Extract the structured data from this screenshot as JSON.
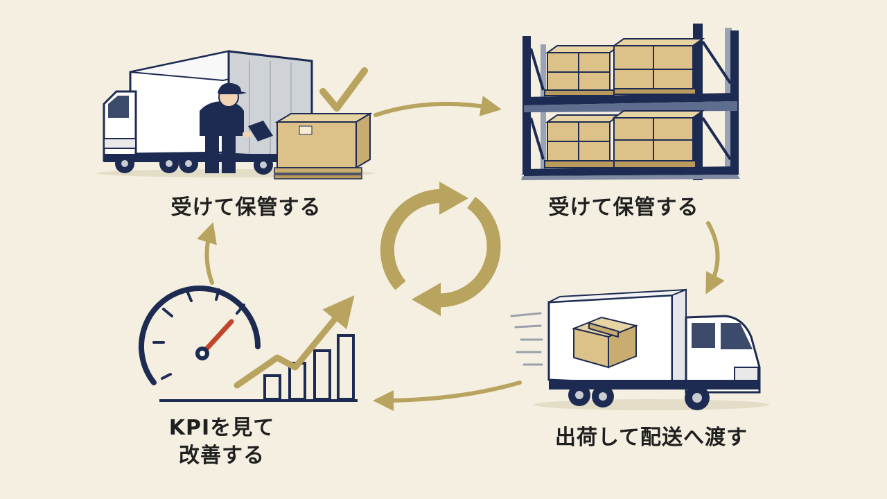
{
  "steps": {
    "receive": {
      "label": "受けて保管する"
    },
    "store": {
      "label": "受けて保管する"
    },
    "ship": {
      "label": "出荷して配送へ渡す"
    },
    "improve": {
      "line1": "KPIを見て",
      "line2": "改善する"
    }
  },
  "colors": {
    "background": "#f4efe0",
    "navy": "#1d2b52",
    "gold": "#b8a45e",
    "cardboard": "#dcc189",
    "needle": "#c0452b"
  },
  "icons": [
    "check-icon",
    "refresh-cycle-icon",
    "speedometer-icon",
    "rising-bar-chart-icon"
  ]
}
